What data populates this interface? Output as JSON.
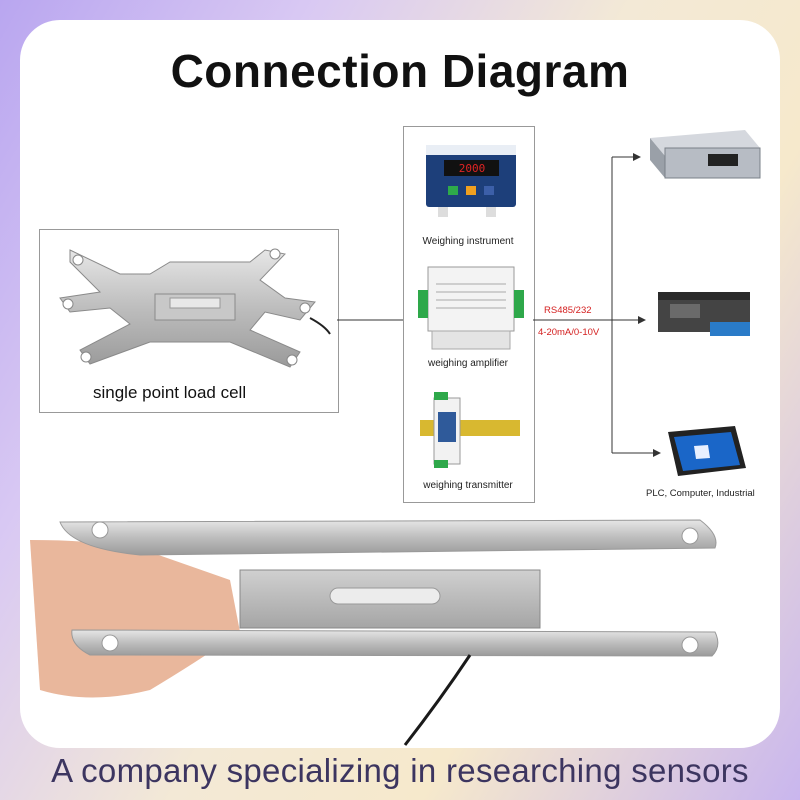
{
  "title": "Connection Diagram",
  "footer": "A company specializing in researching sensors",
  "sensor": {
    "label": "single point load cell"
  },
  "devices": [
    {
      "label": "Weighing instrument",
      "display": "2000"
    },
    {
      "label": "weighing amplifier"
    },
    {
      "label": "weighing transmitter"
    }
  ],
  "signals": {
    "digital": "RS485/232",
    "analog": "4-20mA/0-10V"
  },
  "outputs": {
    "label": "PLC, Computer, Industrial"
  },
  "colors": {
    "signal_text": "#d42020",
    "footer_text": "#3c3560",
    "panel_blue": "#1d3f7a"
  }
}
